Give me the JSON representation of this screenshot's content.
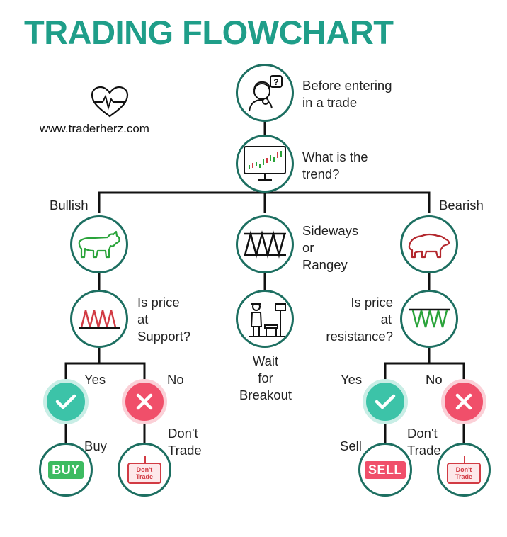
{
  "title": "TRADING FLOWCHART",
  "website": "www.traderherz.com",
  "nodes": {
    "start": "Before entering in a trade",
    "trend": "What is the trend?",
    "bullish": "Bullish",
    "bearish": "Bearish",
    "sideways": "Sideways or Rangey",
    "support": "Is price at Support?",
    "resistance": "Is price at resistance?",
    "wait": "Wait for Breakout"
  },
  "lines": {
    "start": [
      "Before entering",
      "in a trade"
    ],
    "trend": [
      "What is the",
      "trend?"
    ],
    "sideways": [
      "Sideways",
      "or",
      "Rangey"
    ],
    "support": [
      "Is price",
      "at",
      "Support?"
    ],
    "resistance": [
      "Is price",
      "at",
      "resistance?"
    ],
    "wait": [
      "Wait",
      "for",
      "Breakout"
    ]
  },
  "branches": {
    "yes": "Yes",
    "no": "No",
    "buy": "Buy",
    "sell": "Sell",
    "dont_trade": [
      "Don't",
      "Trade"
    ]
  },
  "badges": {
    "buy": "BUY",
    "sell": "SELL",
    "dont_trade_sign": [
      "Don't",
      "Trade"
    ]
  },
  "colors": {
    "title": "#1f9e89",
    "circle_border": "#1d6f61",
    "bull": "#2aa33a",
    "bear": "#b3272d",
    "yes": "#3cc3a8",
    "no": "#f04f6a"
  },
  "icons": [
    "thinking-person-icon",
    "trend-chart-monitor-icon",
    "bull-icon",
    "bear-icon",
    "range-zigzag-icon",
    "support-zigzag-icon",
    "resistance-zigzag-icon",
    "person-waiting-icon",
    "checkmark-icon",
    "cross-icon",
    "heartbeat-logo-icon"
  ]
}
